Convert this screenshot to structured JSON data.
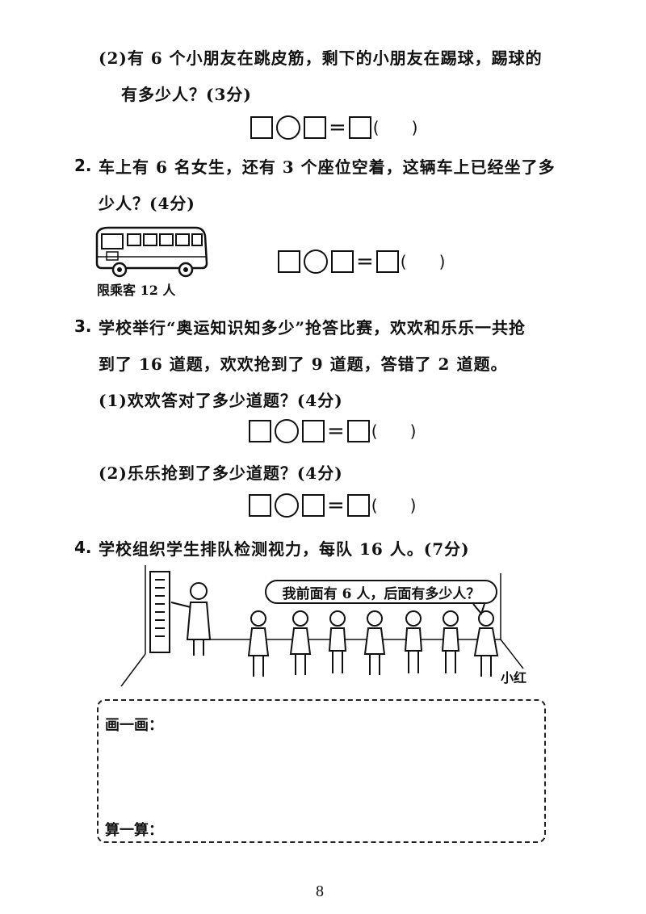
{
  "q1_part2": {
    "line1": "(2)有 6 个小朋友在跳皮筋，剩下的小朋友在踢球，踢球的",
    "line2": "有多少人？(3分)"
  },
  "q2": {
    "number": "2.",
    "line1": "车上有 6 名女生，还有 3 个座位空着，这辆车上已经坐了多",
    "line2": "少人？(4分)",
    "bus_caption": "限乘客 12 人"
  },
  "q3": {
    "number": "3.",
    "line1": "学校举行“奥运知识知多少”抢答比赛，欢欢和乐乐一共抢",
    "line2": "到了 16 道题，欢欢抢到了 9 道题，答错了 2 道题。",
    "sub1": "(1)欢欢答对了多少道题？(4分)",
    "sub2": "(2)乐乐抢到了多少道题？(4分)"
  },
  "q4": {
    "number": "4.",
    "line1": "学校组织学生排队检测视力，每队 16 人。(7分)",
    "speech": "我前面有 6 人，后面有多少人？",
    "girl_label": "小红",
    "draw_label": "画一画：",
    "calc_label": "算一算："
  },
  "equation": {
    "equals": "=",
    "paren_open": "(",
    "paren_close": ")"
  },
  "page_number": "8"
}
